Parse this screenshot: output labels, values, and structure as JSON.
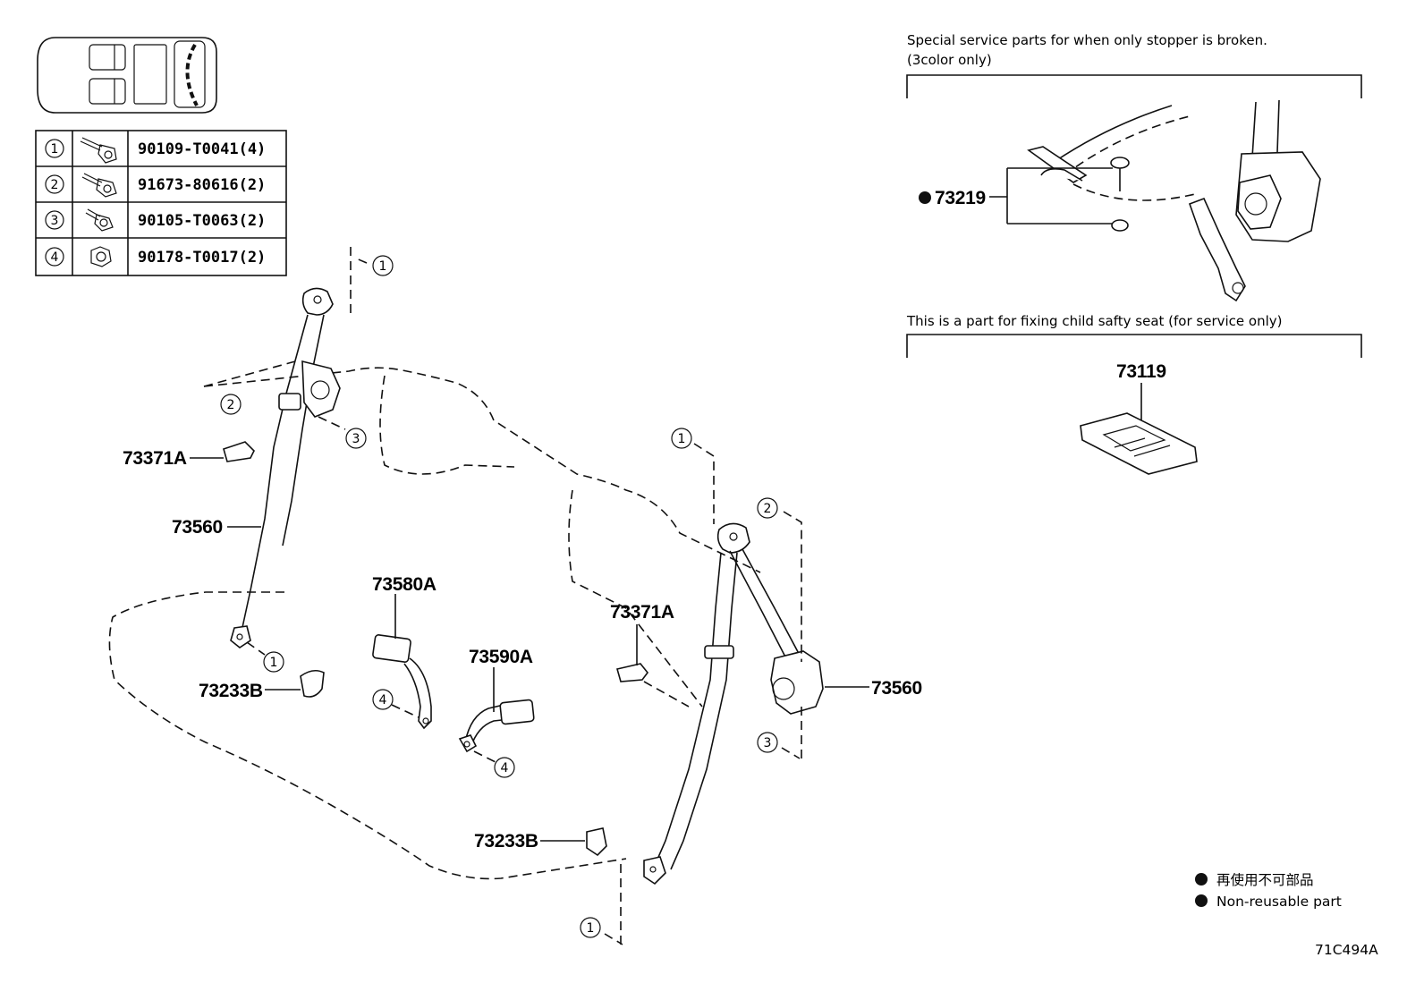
{
  "fastener_table": [
    {
      "ref": "1",
      "part_no": "90109-T0041(4)",
      "icon": "bolt-icon"
    },
    {
      "ref": "2",
      "part_no": "91673-80616(2)",
      "icon": "bolt-icon"
    },
    {
      "ref": "3",
      "part_no": "90105-T0063(2)",
      "icon": "bolt-icon"
    },
    {
      "ref": "4",
      "part_no": "90178-T0017(2)",
      "icon": "nut-icon"
    }
  ],
  "parts": {
    "seatbelt_left": "73560",
    "seatbelt_right": "73560",
    "guide_left": "73371A",
    "guide_right": "73371A",
    "cover_left": "73233B",
    "cover_right": "73233B",
    "buckle_a": "73580A",
    "buckle_b": "73590A",
    "stopper": "73219",
    "child_seat_part": "73119"
  },
  "callouts": {
    "c1": "1",
    "c2": "2",
    "c3": "3",
    "c4": "4"
  },
  "notes": {
    "stopper_line1": "Special service parts for when only stopper is broken.",
    "stopper_line2": "(3color only)",
    "child_seat": "This is a part for fixing child safty seat (for service only)"
  },
  "legend": {
    "japanese": "再使用不可部品",
    "english": "Non-reusable part"
  },
  "diagram_code": "71C494A"
}
